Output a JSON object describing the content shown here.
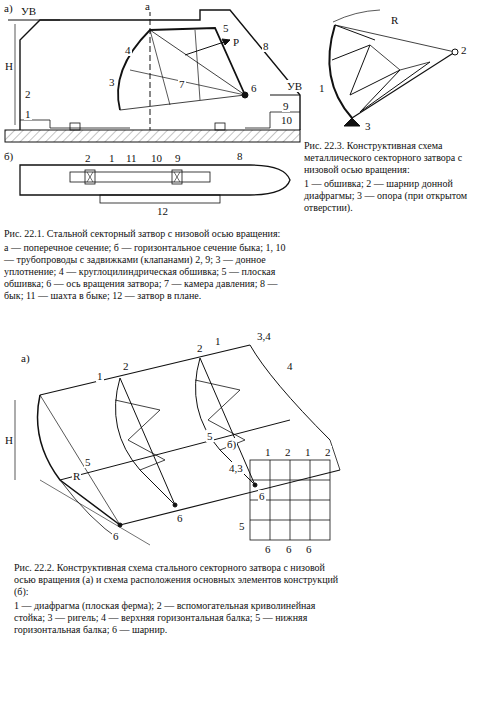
{
  "diagram": {
    "labels": [
      "а)",
      "УВ",
      "H",
      "а",
      "5",
      "P",
      "4",
      "3",
      "2",
      "1",
      "8",
      "6",
      "7",
      "9",
      "10",
      "УВ",
      "б)",
      "2",
      "1",
      "11",
      "10",
      "9",
      "8",
      "12",
      "Рис. 22.1. Стальной секторный затвор с низовой осью вращения:",
      "а — поперечное сечение; б — горизонтальное сечение быка; 1, 10 — трубопроводы с задвижками (клапанами) 2, 9; 3 — донное уплотнение; 4 — круглоцилиндрическая обшивка; 5 — плоская обшивка; 6 — ось вращения затвора; 7 — камера давления; 8 — бык; 11 — шахта в быке; 12 — затвор в плане.",
      "R",
      "2",
      "1",
      "3",
      "Рис. 22.3. Конструктивная схема металлического секторного затвора с низовой осью вращения:",
      "1 — обшивка; 2 — шарнир донной диафрагмы; 3 — опора (при открытом отверстии).",
      "а)",
      "H",
      "R",
      "1",
      "2",
      "2",
      "1",
      "3,4",
      "4",
      "5",
      "5",
      "6",
      "6",
      "6",
      "б)",
      "1",
      "2",
      "1",
      "2",
      "4,3",
      "5",
      "6",
      "6",
      "6",
      "Рис. 22.2. Конструктивная схема стального секторного затвора с низовой осью вращения (а) и схема расположения основных элементов конструкций (б):",
      "1 — диафрагма (плоская ферма); 2 — вспомогательная криволинейная стойка; 3 — ригель; 4 — верхняя горизонтальная балка; 5 — нижняя горизонтальная балка; 6 — шарнир."
    ]
  }
}
